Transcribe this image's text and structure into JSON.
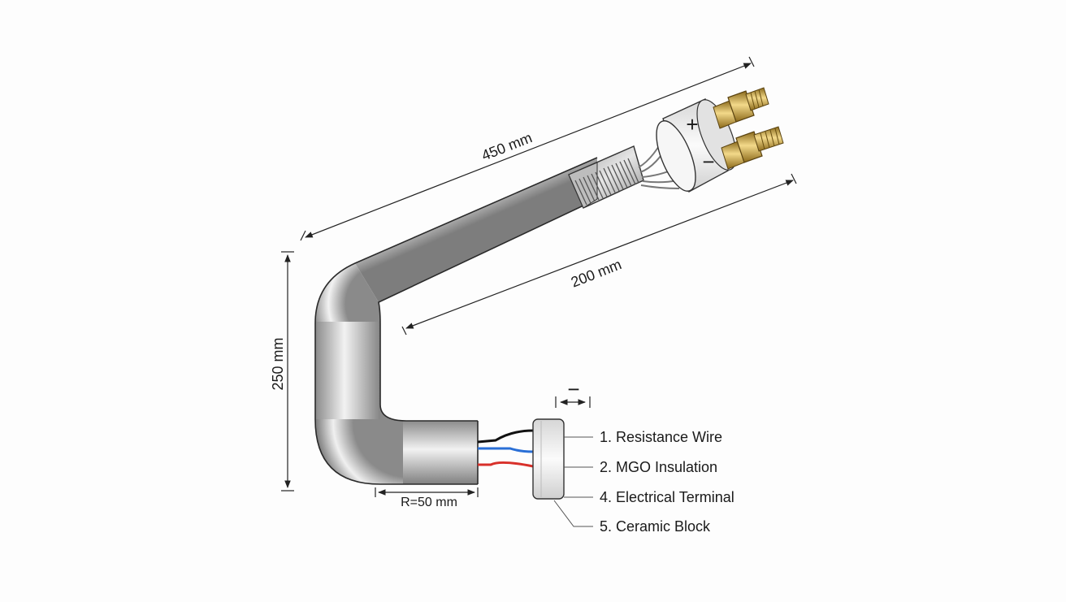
{
  "dimensions": {
    "overall_length": "450 mm",
    "straight_length": "200 mm",
    "vertical_height": "250 mm",
    "bend_radius": "R=50 mm"
  },
  "terminal_symbols": {
    "plus": "+",
    "minus": "−",
    "detail_minus": "−"
  },
  "callouts": [
    "1. Resistance Wire",
    "2. MGO Insulation",
    "4. Electrical Terminal",
    "5. Ceramic Block"
  ],
  "colors": {
    "sheath": "#b4b4b4",
    "sheath_highlight": "#f2f2f2",
    "brass": "#c9a13b",
    "ceramic": "#eeeeee",
    "wire_black": "#111111",
    "wire_blue": "#2a6fd6",
    "wire_red": "#d8302a"
  }
}
